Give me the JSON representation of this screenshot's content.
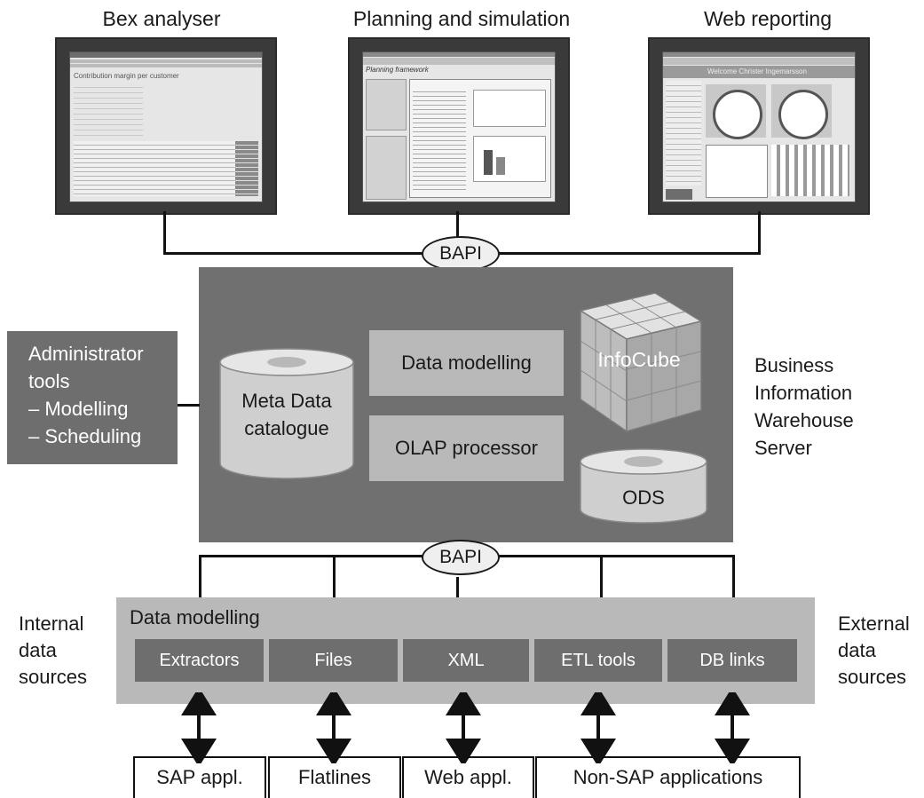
{
  "clients": {
    "bex": {
      "title": "Bex analyser",
      "sheet_heading": "Contribution margin per customer"
    },
    "planning": {
      "title": "Planning and simulation",
      "app_title": "Planning framework"
    },
    "web": {
      "title": "Web reporting",
      "welcome": "Welcome Christer Ingemarsson"
    }
  },
  "bapi": {
    "top": "BAPI",
    "bottom": "BAPI"
  },
  "admin": {
    "lines": [
      "Administrator",
      "tools",
      "– Modelling",
      "– Scheduling"
    ]
  },
  "server": {
    "label_lines": [
      "Business",
      "Information",
      "Warehouse",
      "Server"
    ],
    "meta_lines": [
      "Meta Data",
      "catalogue"
    ],
    "data_modelling": "Data modelling",
    "olap": "OLAP processor",
    "infocube": "InfoCube",
    "ods": "ODS"
  },
  "staging": {
    "title": "Data modelling",
    "sources": [
      "Extractors",
      "Files",
      "XML",
      "ETL tools",
      "DB links"
    ]
  },
  "internal_lines": [
    "Internal",
    "data",
    "sources"
  ],
  "external_lines": [
    "External",
    "data",
    "sources"
  ],
  "apps": [
    "SAP appl.",
    "Flatlines",
    "Web appl.",
    "Non-SAP applications"
  ]
}
